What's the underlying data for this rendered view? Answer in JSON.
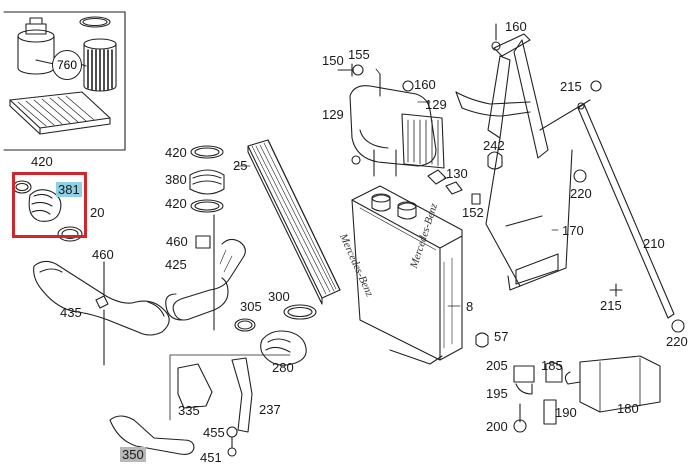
{
  "colors": {
    "line": "#222222",
    "highlight_box": "#d0262c",
    "highlight_blue": "#8fd0e6",
    "highlight_gray": "#b8b8b8"
  },
  "inset": {
    "badge": "760"
  },
  "brand_stamps": [
    "Mercedes-Benz",
    "Mercedes-Benz"
  ],
  "callouts": [
    {
      "id": "420a",
      "text": "420"
    },
    {
      "id": "381",
      "text": "381"
    },
    {
      "id": "20",
      "text": "20"
    },
    {
      "id": "460a",
      "text": "460"
    },
    {
      "id": "435",
      "text": "435"
    },
    {
      "id": "420b",
      "text": "420"
    },
    {
      "id": "380",
      "text": "380"
    },
    {
      "id": "420c",
      "text": "420"
    },
    {
      "id": "25",
      "text": "25"
    },
    {
      "id": "460b",
      "text": "460"
    },
    {
      "id": "425",
      "text": "425"
    },
    {
      "id": "305",
      "text": "305"
    },
    {
      "id": "300",
      "text": "300"
    },
    {
      "id": "280",
      "text": "280"
    },
    {
      "id": "150",
      "text": "150"
    },
    {
      "id": "155",
      "text": "155"
    },
    {
      "id": "129a",
      "text": "129"
    },
    {
      "id": "160a",
      "text": "160"
    },
    {
      "id": "129b",
      "text": "129"
    },
    {
      "id": "130",
      "text": "130"
    },
    {
      "id": "152",
      "text": "152"
    },
    {
      "id": "160b",
      "text": "160"
    },
    {
      "id": "215a",
      "text": "215"
    },
    {
      "id": "242",
      "text": "242"
    },
    {
      "id": "220a",
      "text": "220"
    },
    {
      "id": "170",
      "text": "170"
    },
    {
      "id": "210",
      "text": "210"
    },
    {
      "id": "215b",
      "text": "215"
    },
    {
      "id": "220b",
      "text": "220"
    },
    {
      "id": "8",
      "text": "8"
    },
    {
      "id": "57",
      "text": "57"
    },
    {
      "id": "205",
      "text": "205"
    },
    {
      "id": "185",
      "text": "185"
    },
    {
      "id": "195",
      "text": "195"
    },
    {
      "id": "190",
      "text": "190"
    },
    {
      "id": "200",
      "text": "200"
    },
    {
      "id": "180",
      "text": "180"
    },
    {
      "id": "335",
      "text": "335"
    },
    {
      "id": "237",
      "text": "237"
    },
    {
      "id": "455",
      "text": "455"
    },
    {
      "id": "451",
      "text": "451"
    },
    {
      "id": "350",
      "text": "350"
    }
  ]
}
